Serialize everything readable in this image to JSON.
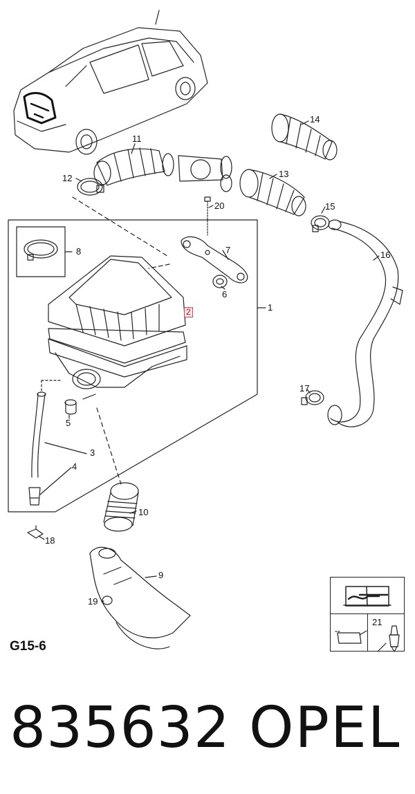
{
  "callouts": {
    "c1": "1",
    "c2": "2",
    "c3": "3",
    "c4": "4",
    "c5": "5",
    "c6": "6",
    "c7": "7",
    "c8": "8",
    "c9": "9",
    "c10": "10",
    "c11": "11",
    "c12": "12",
    "c13": "13",
    "c14": "14",
    "c15": "15",
    "c16": "16",
    "c17": "17",
    "c18": "18",
    "c19": "19",
    "c20": "20",
    "c21": "21"
  },
  "diagram_code": "G15-6",
  "part_number": "835632",
  "brand": "OPEL",
  "colors": {
    "line": "#222222",
    "highlight": "#c8102e",
    "highlight_bg": "#fbe3e6"
  },
  "icons": [
    "car-location-icon",
    "workshop-manual-icon",
    "oil-can-icon",
    "lubricant-tube-icon"
  ]
}
